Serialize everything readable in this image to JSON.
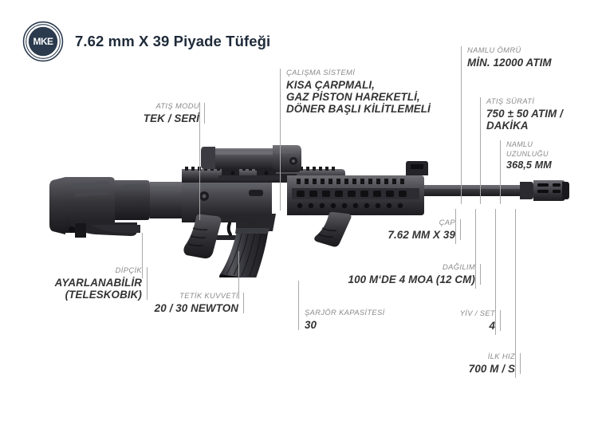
{
  "page": {
    "background_color": "#ffffff",
    "title": "7.62 mm X 39 Piyade Tüfeği",
    "logo_text": "MKE",
    "logo_name": "mke-logo"
  },
  "colors": {
    "title": "#1f2b3a",
    "label_caption": "#8a8a8a",
    "label_value": "#333333",
    "leader_line": "#a9a9a9",
    "rifle_dark": "#2b2b2e",
    "rifle_mid": "#4a4a4f",
    "rifle_light": "#6e6e74"
  },
  "callouts": [
    {
      "id": "atis-modu",
      "caption": "ATIŞ MODU",
      "value": "TEK / SERİ",
      "align": "right"
    },
    {
      "id": "calisma-sistemi",
      "caption": "ÇALIŞMA SİSTEMİ",
      "value": "KISA ÇARPMALI, GAZ PİSTON HAREKETLİ, DÖNER BAŞLI KİLİTLEMELİ",
      "value_lines": [
        "KISA ÇARPMALI,",
        "GAZ PİSTON HAREKETLİ,",
        "DÖNER BAŞLI KİLİTLEMELİ"
      ],
      "align": "left"
    },
    {
      "id": "namlu-omru",
      "caption": "NAMLU ÖMRÜ",
      "value": "MİN. 12000 ATIM",
      "align": "left"
    },
    {
      "id": "atis-surati",
      "caption": "ATIŞ SÜRATİ",
      "value": "750 ± 50 ATIM / DAKİKA",
      "value_lines": [
        "750 ± 50 ATIM /",
        "DAKİKA"
      ],
      "align": "left"
    },
    {
      "id": "namlu-uzunlugu",
      "caption": "NAMLU UZUNLUĞU",
      "caption_lines": [
        "NAMLU",
        "UZUNLUĞU"
      ],
      "value": "368,5 MM",
      "align": "left"
    },
    {
      "id": "cap",
      "caption": "ÇAP",
      "value": "7.62 MM X 39",
      "align": "right"
    },
    {
      "id": "dagilim",
      "caption": "DAĞILIM",
      "value": "100 M‘DE 4 MOA (12 CM)",
      "align": "right"
    },
    {
      "id": "yiv-set",
      "caption": "YİV / SET",
      "value": "4",
      "align": "right"
    },
    {
      "id": "ilk-hiz",
      "caption": "İLK HIZ",
      "value": "700 M / S",
      "align": "right"
    },
    {
      "id": "dipcik",
      "caption": "DİPÇİK",
      "value": "AYARLANABİLİR (TELESKOBİK)",
      "value_lines": [
        "AYARLANABİLİR",
        "(TELESKOBIK)"
      ],
      "align": "right"
    },
    {
      "id": "tetik-kuvveti",
      "caption": "TETİK KUVVETİ",
      "value": "20 / 30 NEWTON",
      "align": "right"
    },
    {
      "id": "sarjor-kapasitesi",
      "caption": "ŞARJÖR KAPASİTESİ",
      "value": "30",
      "align": "left"
    }
  ]
}
